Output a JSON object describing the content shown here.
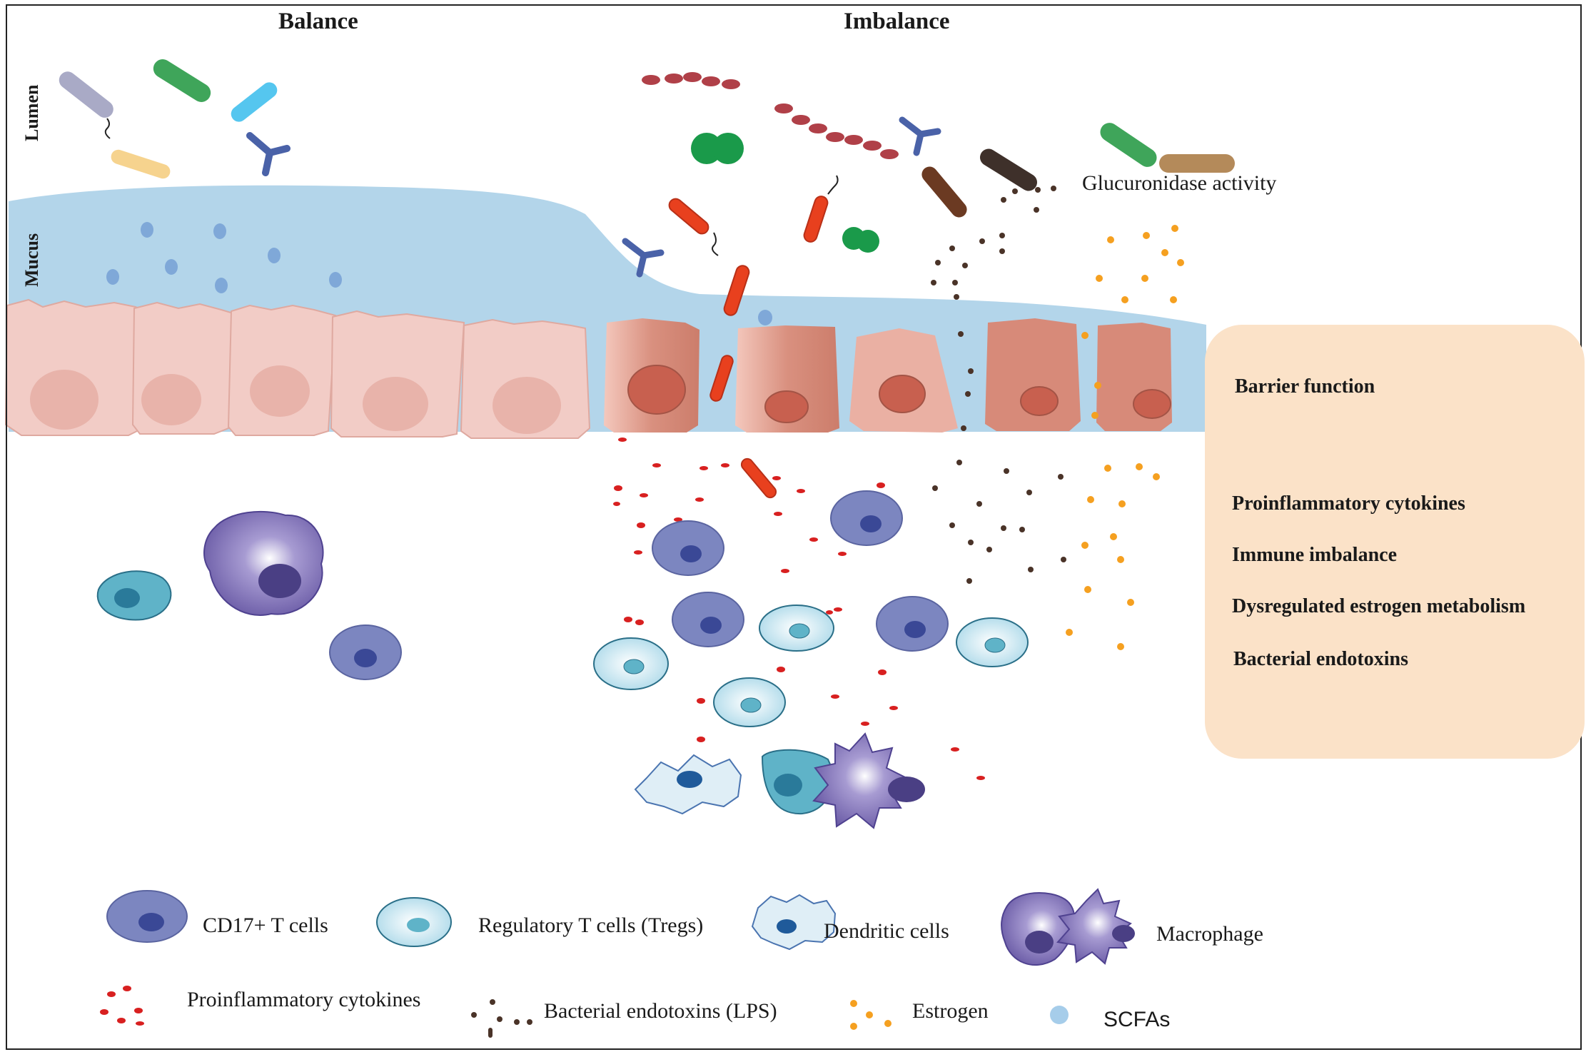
{
  "headers": {
    "balance": "Balance",
    "imbalance": "Imbalance"
  },
  "side_labels": {
    "lumen": "Lumen",
    "mucus": "Mucus"
  },
  "annotation": {
    "glucuronidase": "Glucuronidase activity"
  },
  "panel": {
    "barrier": "Barrier function",
    "cytokines": "Proinflammatory cytokines",
    "immune": "Immune imbalance",
    "estrogen_metab": "Dysregulated estrogen metabolism",
    "endotoxins": "Bacterial endotoxins"
  },
  "legend": {
    "th17": "CD17+ T cells",
    "tregs": "Regulatory T cells (Tregs)",
    "dendritic": "Dendritic cells",
    "macrophage": "Macrophage",
    "cytokines": "Proinflammatory cytokines",
    "lps": "Bacterial endotoxins (LPS)",
    "estrogen": "Estrogen",
    "scfas": "SCFAs"
  },
  "colors": {
    "mucus": "#b3d5ea",
    "healthy_epithelium": "#f2ccc6",
    "damaged_epithelium": "#d98a7a",
    "panel_bg": "#fbe2c8",
    "cytokine": "#e02020",
    "lps": "#4a3328",
    "estrogen": "#f5a020",
    "scfa": "#7fa8d8",
    "th17": "#7c86c0",
    "treg": "#bfe3ef",
    "macrophage": "#7c6db0"
  }
}
